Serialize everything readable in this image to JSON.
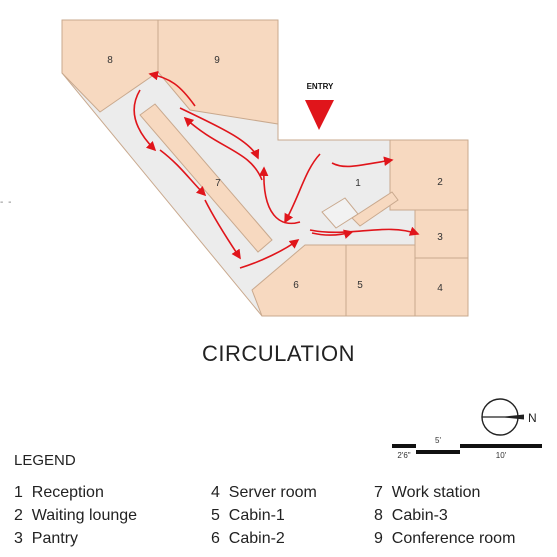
{
  "title": "CIRCULATION",
  "entry_label": "ENTRY",
  "rooms": [
    {
      "id": "8",
      "label": "8"
    },
    {
      "id": "9",
      "label": "9"
    },
    {
      "id": "7",
      "label": "7"
    },
    {
      "id": "1",
      "label": "1"
    },
    {
      "id": "2",
      "label": "2"
    },
    {
      "id": "3",
      "label": "3"
    },
    {
      "id": "4",
      "label": "4"
    },
    {
      "id": "5",
      "label": "5"
    },
    {
      "id": "6",
      "label": "6"
    }
  ],
  "legend": {
    "title": "LEGEND",
    "items": [
      "1  Reception",
      "2  Waiting lounge",
      "3  Pantry",
      "4  Server room",
      "5  Cabin-1",
      "6  Cabin-2",
      "7  Work station",
      "8  Cabin-3",
      "9  Conference room"
    ]
  },
  "compass": {
    "label": "N"
  },
  "scale": {
    "labels": [
      "2'6\"",
      "5'",
      "10'"
    ]
  },
  "colors": {
    "room_fill": "#f7d9c0",
    "room_stroke": "#c9a98e",
    "corridor_fill": "#ececec",
    "arrow": "#e0151b",
    "entry_triangle": "#e0151b"
  },
  "margin_marks": "- -"
}
